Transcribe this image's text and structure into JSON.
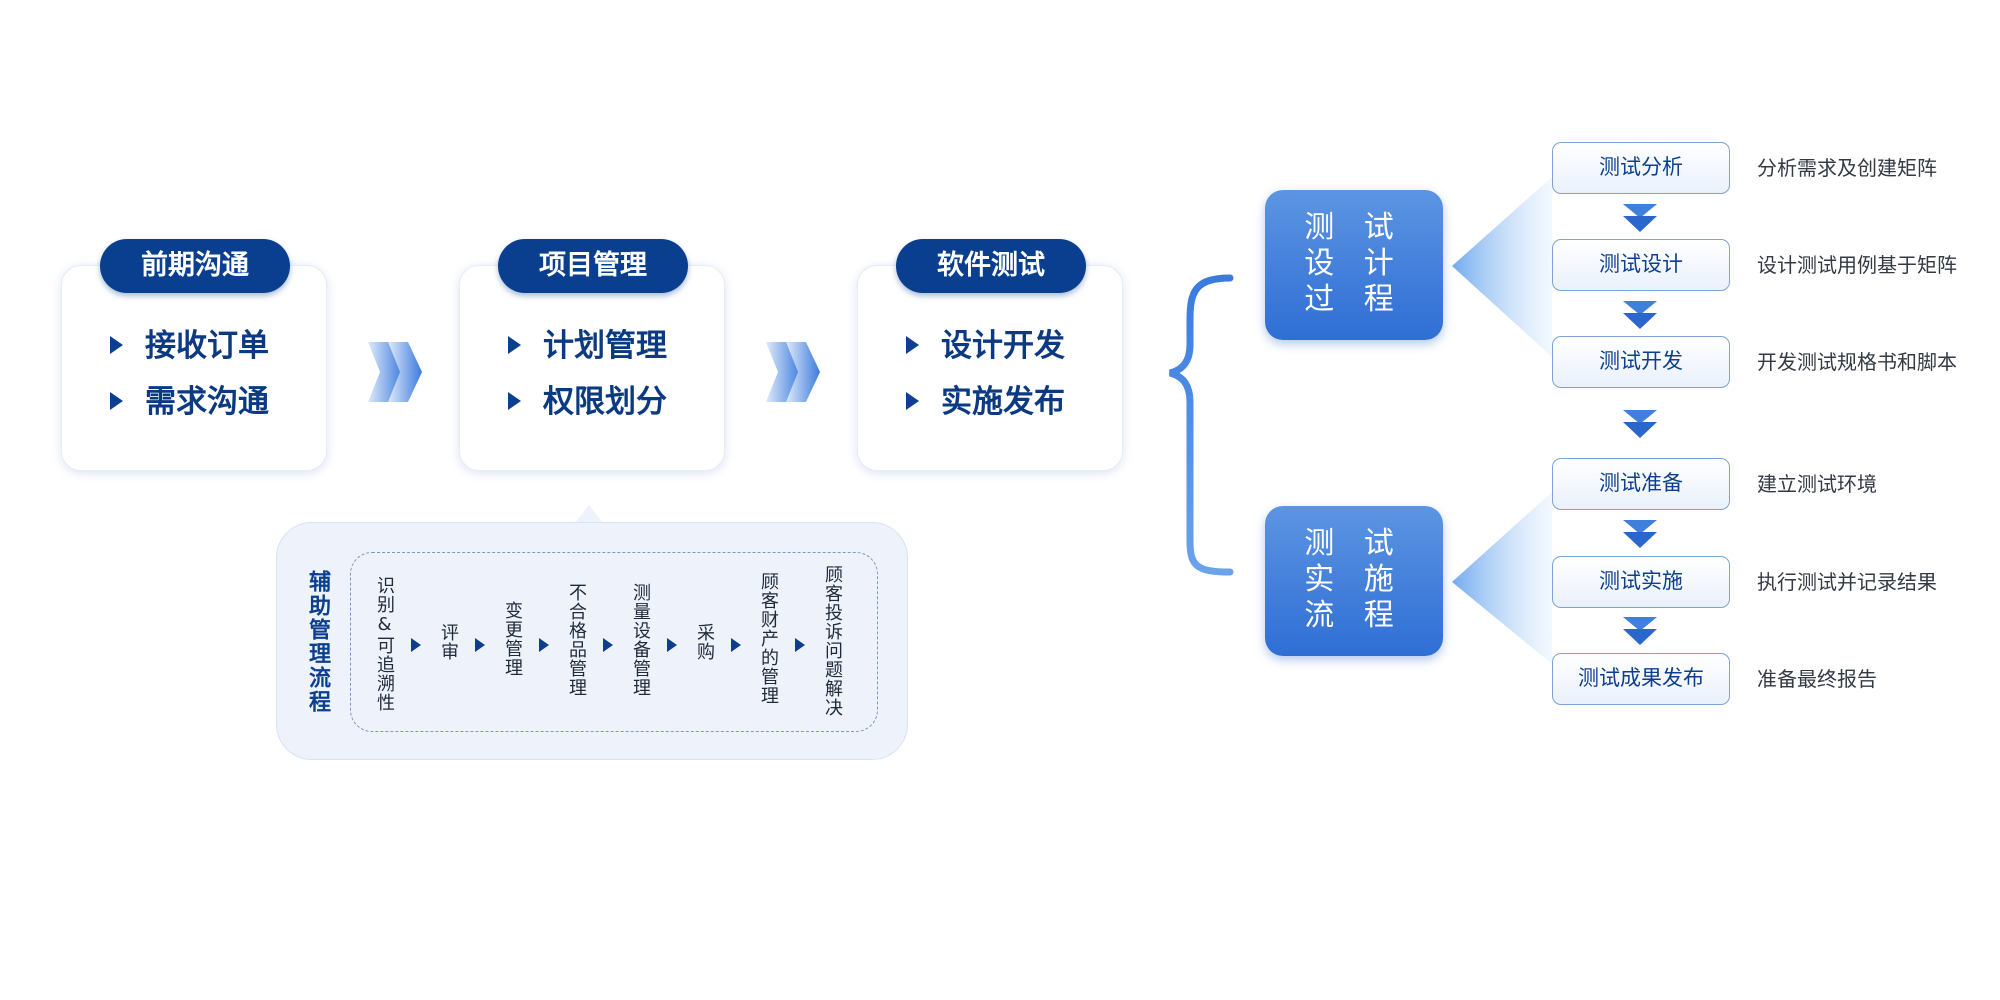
{
  "colors": {
    "primary": "#093f8e",
    "accent": "#2f6ed4",
    "panel": "#eef3fb"
  },
  "stages": [
    {
      "title": "前期沟通",
      "items": [
        "接收订单",
        "需求沟通"
      ]
    },
    {
      "title": "项目管理",
      "items": [
        "计划管理",
        "权限划分"
      ]
    },
    {
      "title": "软件测试",
      "items": [
        "设计开发",
        "实施发布"
      ]
    }
  ],
  "aux": {
    "title": "辅助管理流程",
    "steps": [
      "识别&可追溯性",
      "评审",
      "变更管理",
      "不合格品管理",
      "测量设备管理",
      "采购",
      "顾客财产的管理",
      "顾客投诉问题解决"
    ]
  },
  "processes": [
    {
      "name": "测试设计过程",
      "lines": [
        "测 试",
        "设 计",
        "过 程"
      ],
      "steps": [
        {
          "label": "测试分析",
          "desc": "分析需求及创建矩阵"
        },
        {
          "label": "测试设计",
          "desc": "设计测试用例基于矩阵"
        },
        {
          "label": "测试开发",
          "desc": "开发测试规格书和脚本"
        }
      ]
    },
    {
      "name": "测试实施流程",
      "lines": [
        "测 试",
        "实 施",
        "流 程"
      ],
      "steps": [
        {
          "label": "测试准备",
          "desc": "建立测试环境"
        },
        {
          "label": "测试实施",
          "desc": "执行测试并记录结果"
        },
        {
          "label": "测试成果发布",
          "desc": "准备最终报告"
        }
      ]
    }
  ]
}
